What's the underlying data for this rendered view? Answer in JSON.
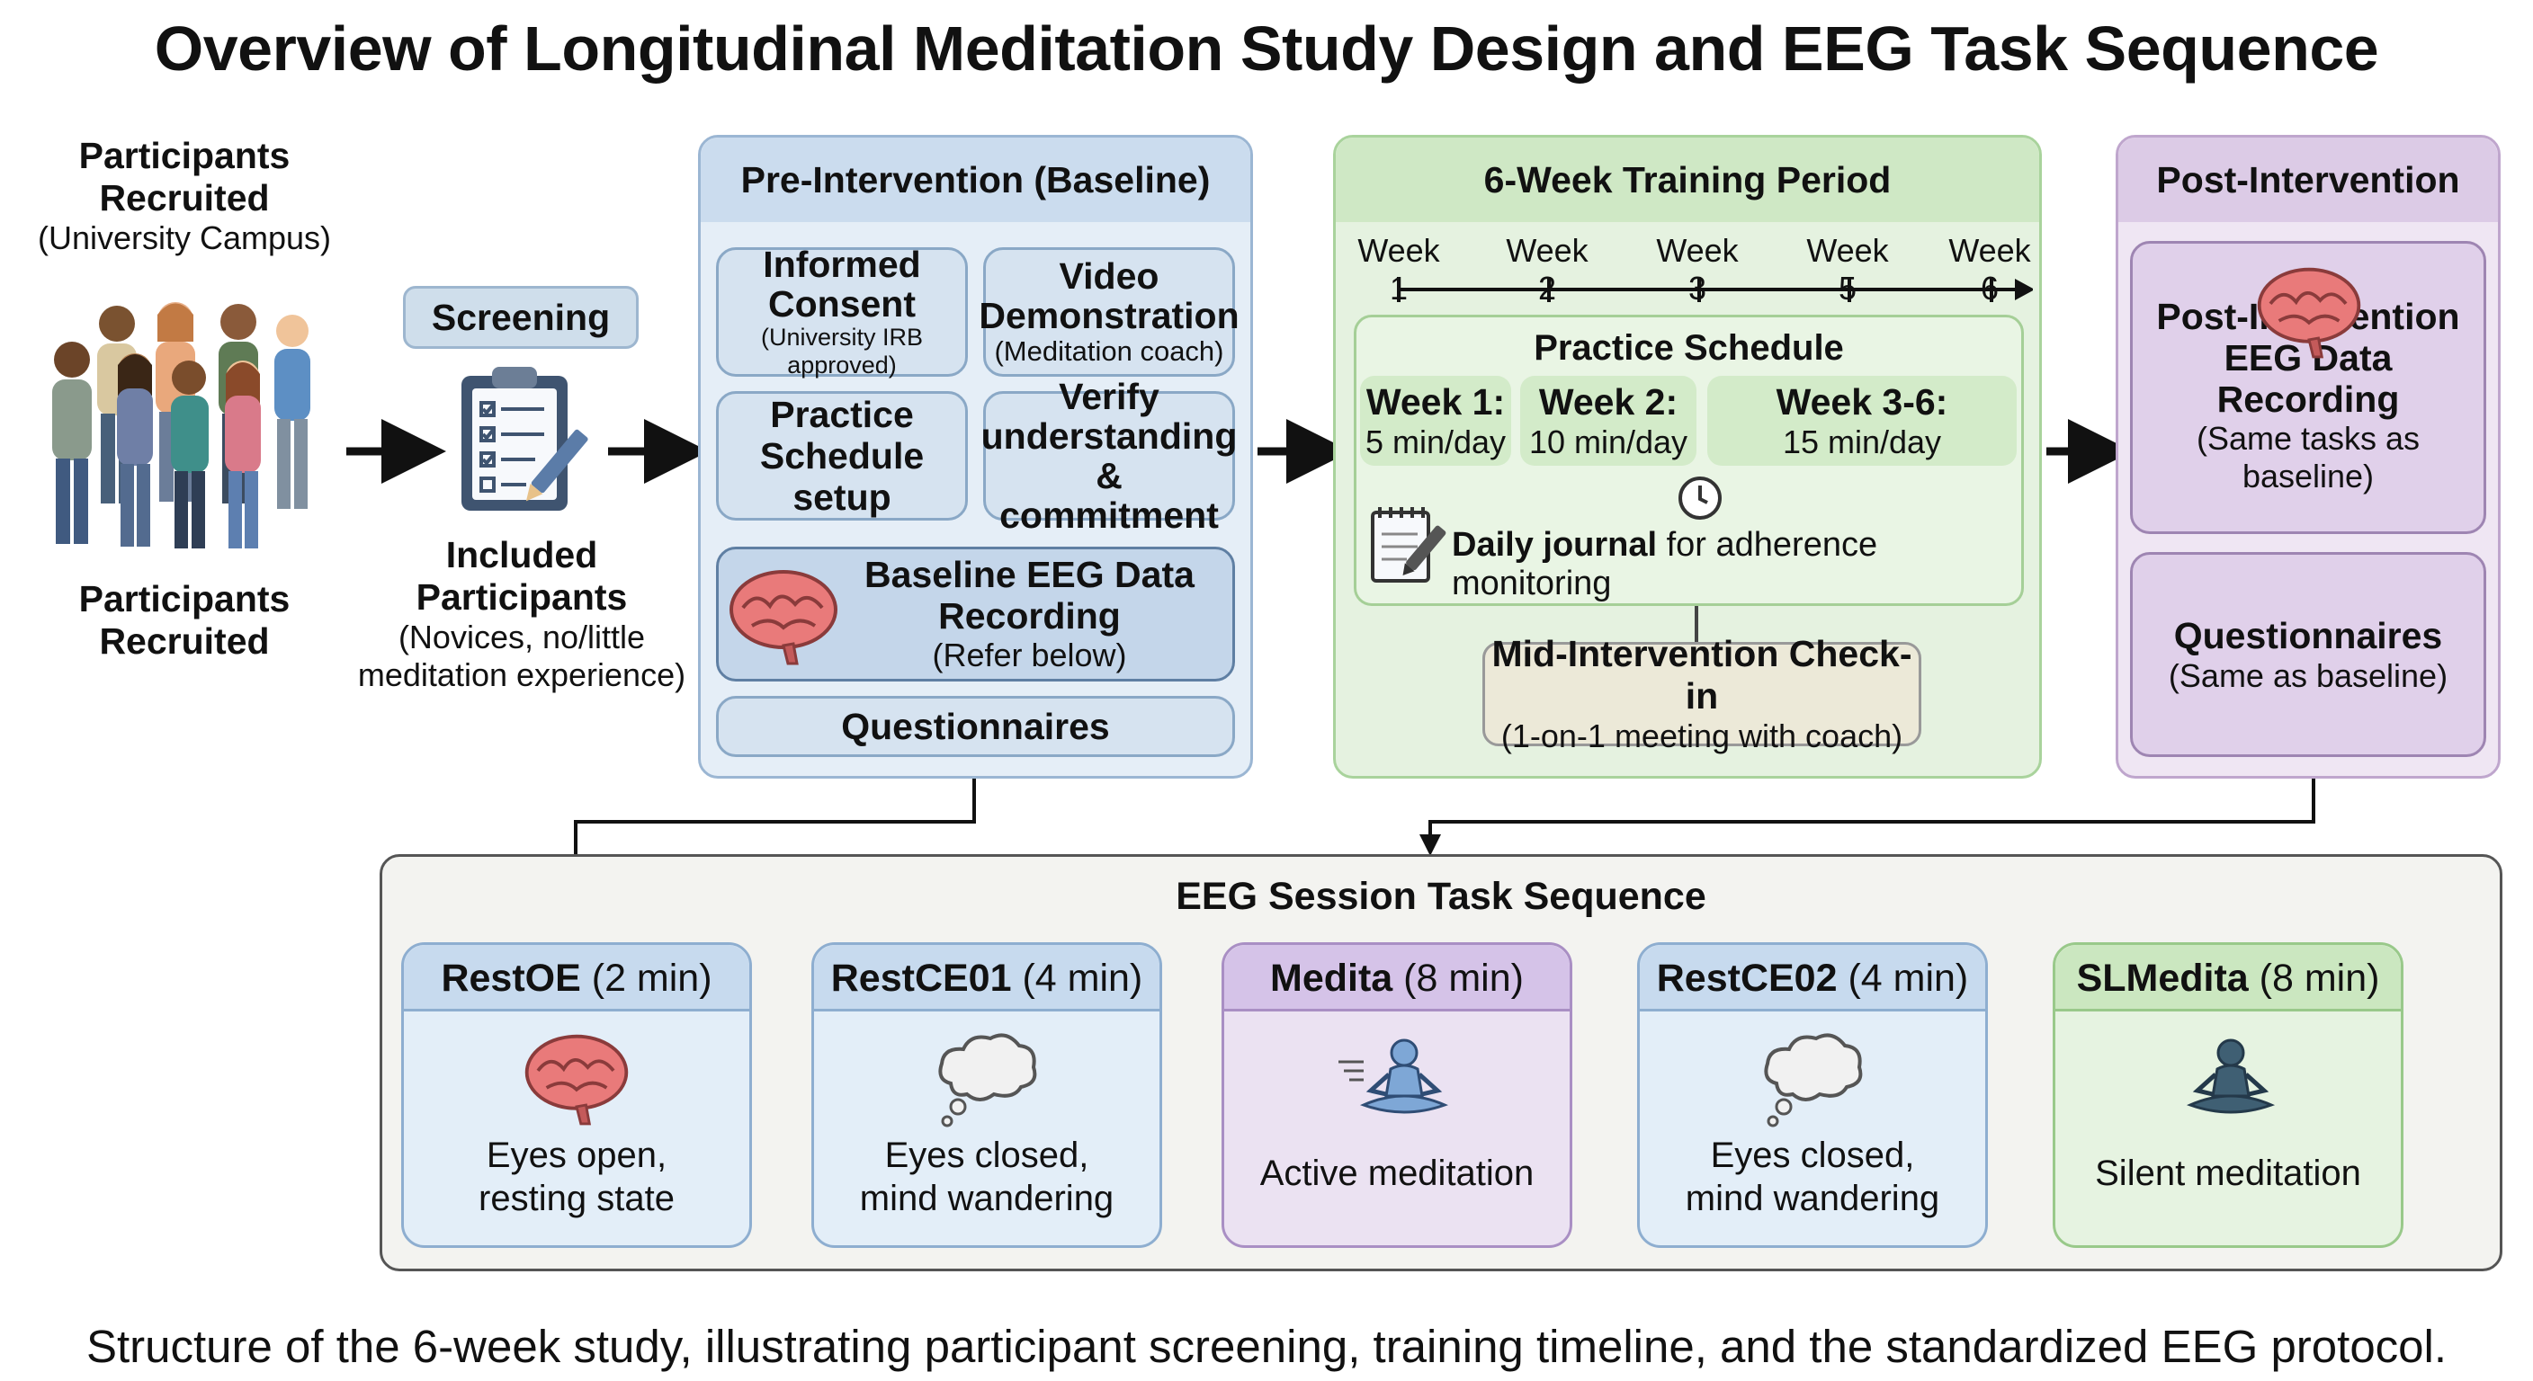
{
  "title": "Overview of Longitudinal Meditation Study Design and EEG Task Sequence",
  "caption": "Structure of the 6-week study, illustrating participant screening, training timeline, and the standardized EEG protocol.",
  "recruit": {
    "top_line1": "Participants",
    "top_line2": "Recruited",
    "top_sub": "(University Campus)",
    "bottom_line1": "Participants",
    "bottom_line2": "Recruited"
  },
  "screening": {
    "label": "Screening",
    "included_line1": "Included",
    "included_line2": "Participants",
    "included_sub1": "(Novices, no/little",
    "included_sub2": "meditation experience)"
  },
  "pre": {
    "title": "Pre-Intervention (Baseline)",
    "consent_line1": "Informed",
    "consent_line2": "Consent",
    "consent_sub": "(University IRB approved)",
    "video_line1": "Video",
    "video_line2": "Demonstration",
    "video_sub": "(Meditation coach)",
    "practice_line1": "Practice",
    "practice_line2": "Schedule setup",
    "verify_line1": "Verify",
    "verify_line2": "understanding",
    "verify_line3": "& commitment",
    "eeg_line1": "Baseline EEG Data",
    "eeg_line2": "Recording",
    "eeg_sub": "(Refer below)",
    "questionnaires": "Questionnaires"
  },
  "training": {
    "title": "6-Week Training Period",
    "weeks": [
      "Week 1",
      "Week 2",
      "Week 3",
      "Week 5",
      "Week 6"
    ],
    "schedule_title": "Practice Schedule",
    "sched": [
      {
        "label": "Week 1:",
        "value": "5 min/day"
      },
      {
        "label": "Week 2:",
        "value": "10 min/day"
      },
      {
        "label": "Week 3-6:",
        "value": "15 min/day"
      }
    ],
    "journal_bold": "Daily journal",
    "journal_rest": " for adherence monitoring",
    "checkin_title": "Mid-Intervention Check-in",
    "checkin_sub": "(1-on-1 meeting with coach)"
  },
  "post": {
    "title": "Post-Intervention",
    "eeg_line1": "Post-Intervention",
    "eeg_line2": "EEG Data Recording",
    "eeg_sub": "(Same tasks as baseline)",
    "q_title": "Questionnaires",
    "q_sub": "(Same as baseline)"
  },
  "eeg": {
    "title": "EEG Session Task Sequence",
    "tasks": [
      {
        "name": "RestOE",
        "dur": " (2 min)",
        "line1": "Eyes open,",
        "line2": "resting state",
        "icon": "brain-icon"
      },
      {
        "name": "RestCE01",
        "dur": " (4 min)",
        "line1": "Eyes closed,",
        "line2": "mind wandering",
        "icon": "thought-cloud-icon"
      },
      {
        "name": "Medita",
        "dur": " (8 min)",
        "line1": "Active meditation",
        "line2": "",
        "icon": "meditation-icon"
      },
      {
        "name": "RestCE02",
        "dur": " (4 min)",
        "line1": "Eyes closed,",
        "line2": "mind wandering",
        "icon": "thought-cloud-icon"
      },
      {
        "name": "SLMedita",
        "dur": " (8 min)",
        "line1": "Silent meditation",
        "line2": "",
        "icon": "meditation-icon"
      }
    ]
  },
  "colors": {
    "blue": "#d6e3f0",
    "green": "#d3ebc9",
    "purple": "#e0d0ea",
    "arrow": "#111111"
  }
}
